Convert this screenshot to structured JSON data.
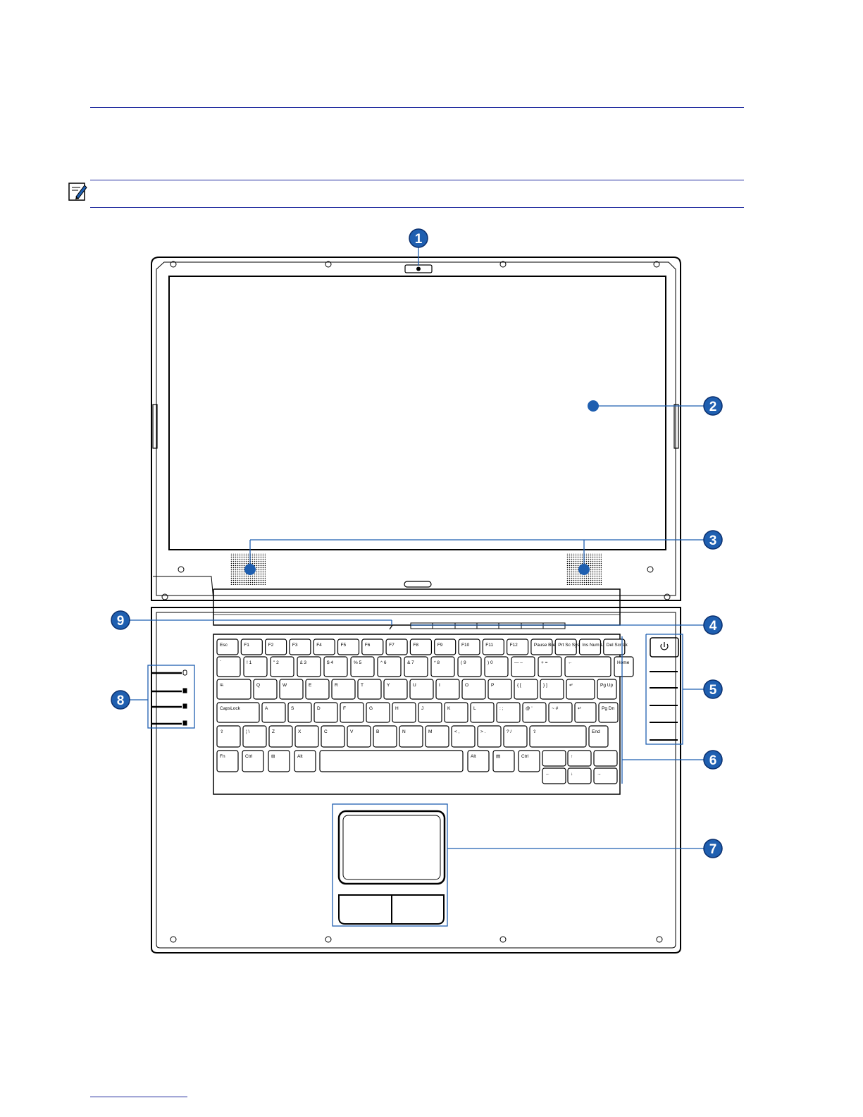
{
  "callouts": [
    {
      "number": "1",
      "item": "camera"
    },
    {
      "number": "2",
      "item": "display-panel"
    },
    {
      "number": "3",
      "item": "audio-speakers"
    },
    {
      "number": "4",
      "item": "instant-keys"
    },
    {
      "number": "5",
      "item": "power-switch-and-indicators"
    },
    {
      "number": "6",
      "item": "keyboard"
    },
    {
      "number": "7",
      "item": "touchpad-and-buttons"
    },
    {
      "number": "8",
      "item": "status-indicators"
    },
    {
      "number": "9",
      "item": "microphone"
    }
  ],
  "keyboard": {
    "row1": [
      "Esc",
      "F1",
      "F2",
      "F3",
      "F4",
      "F5",
      "F6",
      "F7",
      "F8",
      "F9",
      "F10",
      "F11",
      "F12",
      "Pause Break",
      "Prt Sc Sys Rq",
      "Ins Num Lk",
      "Del Scr Lk"
    ],
    "row2": [
      "`",
      "! 1",
      "\" 2",
      "£ 3",
      "$ 4",
      "% 5",
      "^ 6",
      "& 7",
      "* 8",
      "( 9",
      ") 0",
      "— –",
      "+ =",
      "←",
      "Home"
    ],
    "row3": [
      "⭾",
      "Q",
      "W",
      "E",
      "R",
      "T",
      "Y",
      "U",
      "I",
      "O",
      "P",
      "{ [",
      "} ]",
      "↵",
      "Pg Up"
    ],
    "row4": [
      "CapsLock",
      "A",
      "S",
      "D",
      "F",
      "G",
      "H",
      "J",
      "K",
      "L",
      ": ;",
      "@ '",
      "~ #",
      "↵",
      "Pg Dn"
    ],
    "row5": [
      "⇧",
      "¦ \\",
      "Z",
      "X",
      "C",
      "V",
      "B",
      "N",
      "M",
      "< ,",
      "> .",
      "? /",
      "⇧",
      "End"
    ],
    "row6": [
      "Fn",
      "Ctrl",
      "⊞",
      "Alt",
      "",
      "Alt",
      "▤",
      "Ctrl"
    ],
    "arrows": [
      "↑",
      "←",
      "↓",
      "→"
    ]
  },
  "colors": {
    "accent": "#1f5fb0",
    "rule": "#1f2a9e"
  },
  "icons": {
    "note": "note-pencil-icon",
    "power": "power-icon"
  }
}
